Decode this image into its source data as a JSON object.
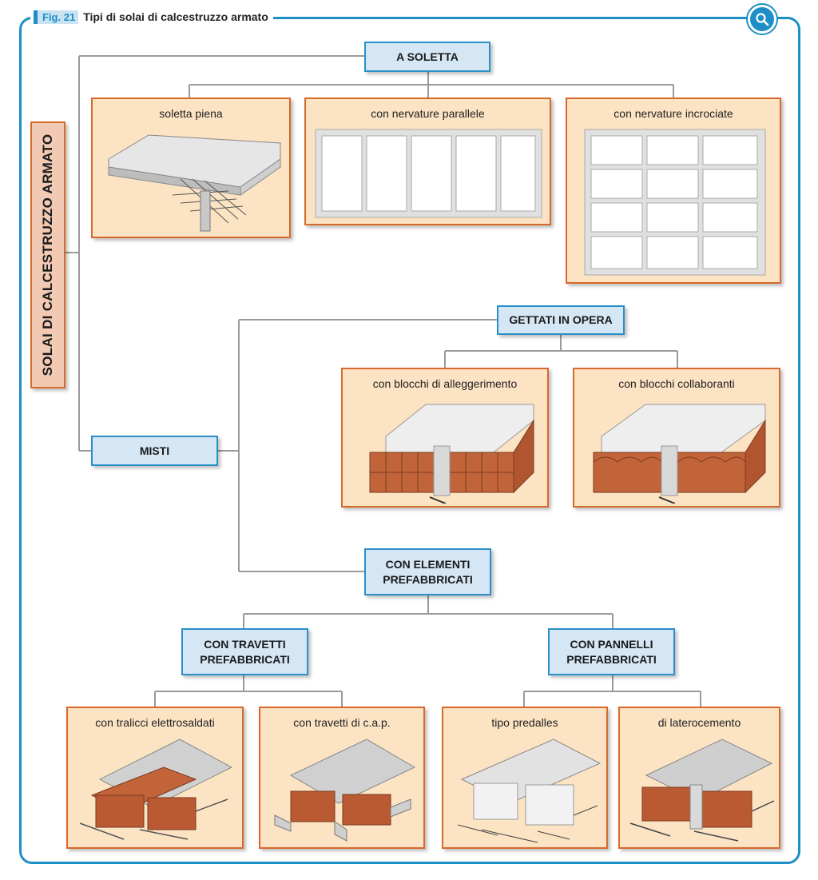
{
  "figure": {
    "tag": "Fig. 21",
    "title": "Tipi di solai di calcestruzzo armato"
  },
  "root": "SOLAI DI CALCESTRUZZO ARMATO",
  "nodes": {
    "a_soletta": "A SOLETTA",
    "misti": "MISTI",
    "gettati_in_opera": "GETTATI IN OPERA",
    "con_elementi_prefabbricati": "CON ELEMENTI\nPREFABBRICATI",
    "con_travetti_prefabbricati": "CON TRAVETTI\nPREFABBRICATI",
    "con_pannelli_prefabbricati": "CON PANNELLI\nPREFABBRICATI"
  },
  "cards": {
    "soletta_piena": "soletta piena",
    "nervature_parallele": "con nervature parallele",
    "nervature_incrociate": "con nervature incrociate",
    "blocchi_alleggerimento": "con blocchi di alleggerimento",
    "blocchi_collaboranti": "con blocchi collaboranti",
    "tralicci_elettrosaldati": "con tralicci elettrosaldati",
    "travetti_cap": "con travetti di c.a.p.",
    "tipo_predalles": "tipo predalles",
    "laterocemento": "di laterocemento"
  },
  "colors": {
    "frame": "#1d8fc6",
    "node_fill": "#d5e7f5",
    "node_border": "#2b90c8",
    "card_fill": "#fbe3c3",
    "card_border": "#d9692b",
    "root_fill": "#f2c9b3",
    "connector": "#9a9a9a"
  },
  "icons": {
    "zoom": "magnifier-icon"
  }
}
